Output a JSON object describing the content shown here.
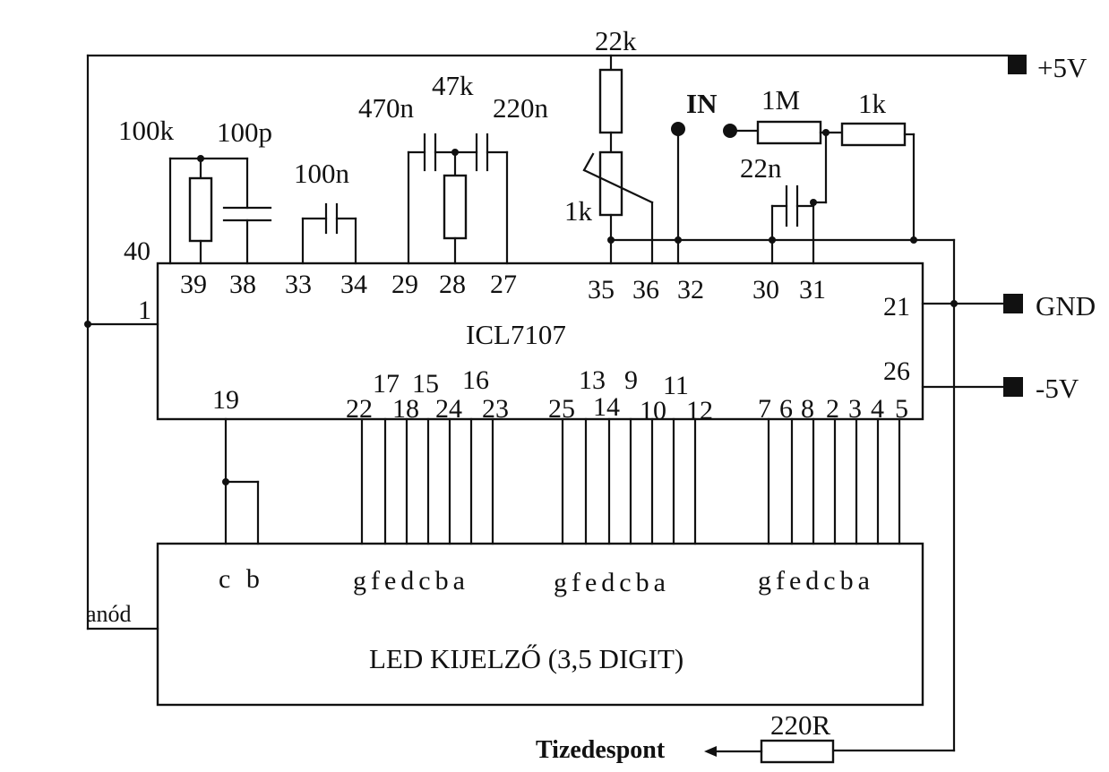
{
  "ic": {
    "name": "ICL7107"
  },
  "display": {
    "name": "LED KIJELZŐ (3,5 DIGIT)",
    "anode_label": "anód"
  },
  "rails": {
    "plus": "+5V",
    "gnd": "GND",
    "minus": "-5V"
  },
  "components": {
    "r_100k": "100k",
    "c_100p": "100p",
    "c_100n": "100n",
    "c_470n": "470n",
    "r_47k": "47k",
    "c_220n": "220n",
    "r_22k": "22k",
    "pot_1k": "1k",
    "in_label": "IN",
    "r_1m": "1M",
    "r_1k": "1k",
    "c_22n": "22n",
    "r_220r": "220R",
    "decimal_point": "Tizedespont"
  },
  "pins": {
    "p40": "40",
    "p1": "1",
    "p19": "19",
    "p21": "21",
    "p26": "26",
    "top": [
      "39",
      "38",
      "33",
      "34",
      "29",
      "28",
      "27",
      "35",
      "36",
      "32",
      "30",
      "31"
    ],
    "g1_upper": [
      "17",
      "15",
      "16"
    ],
    "g1_lower": [
      "22",
      "18",
      "24",
      "23"
    ],
    "g2_upper": [
      "13",
      "9",
      "11"
    ],
    "g2_lower": [
      "25",
      "14",
      "10",
      "12"
    ],
    "g3_lower": [
      "7",
      "6",
      "8",
      "2",
      "3",
      "4",
      "5"
    ]
  },
  "segments": {
    "half": "c b",
    "digit": "gfedcba"
  }
}
